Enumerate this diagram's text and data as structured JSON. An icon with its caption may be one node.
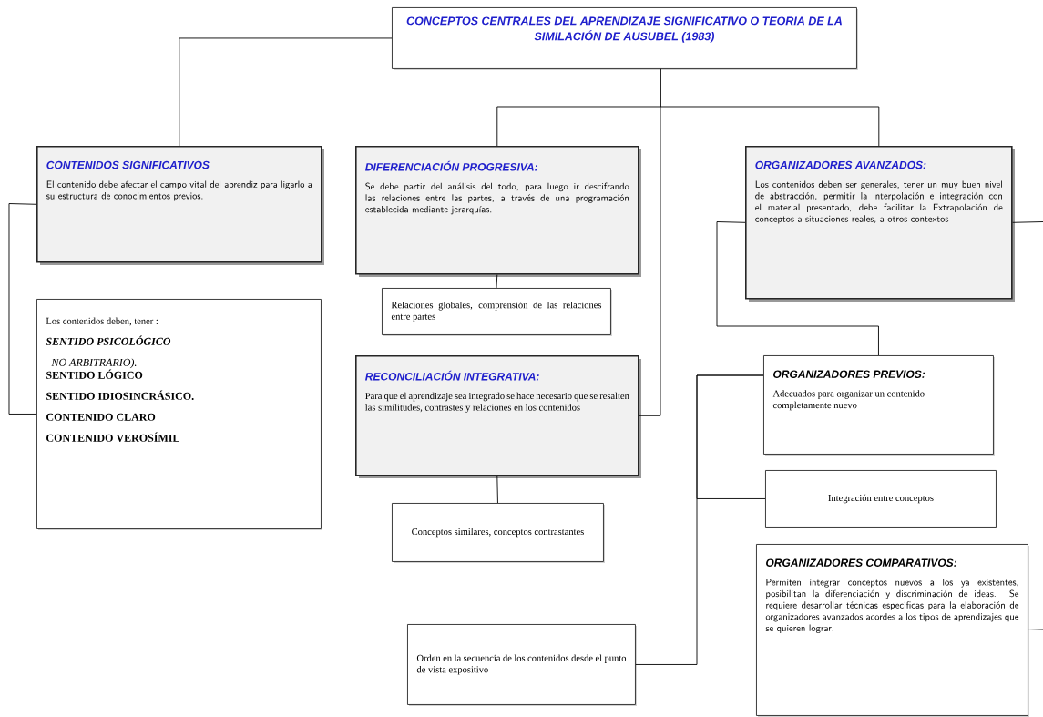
{
  "diagram": {
    "nodes": [
      {
        "text": [
          "CONCEPTOS CENTRALES DEL APRENDIZAJE SIGNIFICATIVO O TEORIA DE LA SIMILACIÓN DE AUSUBEL (1983)"
        ]
      },
      {
        "text": [
          "CONTENIDOS SIGNIFICATIVOS",
          "El contenido debe afectar el campo vital del aprendiz para ligarlo a su estructura de conocimientos previos."
        ]
      },
      {
        "text": [
          "Los contenidos deben, tener :",
          "SENTIDO PSICOLÓGICO",
          "NO ARBITRARIO).",
          "SENTIDO LÓGICO",
          "SENTIDO IDIOSINCRÁSICO.",
          "CONTENIDO CLARO",
          "CONTENIDO VEROSÍMIL"
        ]
      },
      {
        "text": [
          "DIFERENCIACIÓN PROGRESIVA:",
          "Se debe partir del análisis del todo, para luego ir descifrando las relaciones entre las partes, a través de una programación establecida mediante jerarquías."
        ]
      },
      {
        "text": [
          "Relaciones globales, comprensión de las relaciones entre partes"
        ]
      },
      {
        "text": [
          "RECONCILIACIÓN INTEGRATIVA:",
          "Para que el aprendizaje sea integrado se hace necesario que se resalten las similitudes, contrastes y relaciones en los contenidos"
        ]
      },
      {
        "text": [
          "Conceptos similares, conceptos contrastantes"
        ]
      },
      {
        "text": [
          "ORGANIZADORES AVANZADOS:",
          "Los contenidos deben ser generales, tener un muy buen nivel de abstracción, permitir la interpolación e integración con el material presentado, debe facilitar la Extrapolación de conceptos a situaciones reales, a otros contextos"
        ]
      },
      {
        "text": [
          "ORGANIZADORES PREVIOS:",
          "Adecuados para organizar un contenido completamente nuevo"
        ]
      },
      {
        "text": [
          "Integración entre conceptos"
        ]
      },
      {
        "text": [
          "ORGANIZADORES COMPARATIVOS:",
          "Permiten integrar conceptos nuevos a los ya existentes, posibilitan la diferenciación y discriminación de ideas. Se requiere desarrollar técnicas especificas para la elaboración de organizadores avanzados acordes a los tipos de aprendizajes que se quieren lograr."
        ]
      },
      {
        "text": [
          "Orden en la secuencia de los contenidos desde el punto de vista expositivo"
        ]
      }
    ],
    "edges": [
      {
        "from": 0,
        "to": 1,
        "arrow": "none"
      },
      {
        "from": 0,
        "to": 3,
        "arrow": "none"
      },
      {
        "from": 0,
        "to": 7,
        "arrow": "none"
      },
      {
        "from": 0,
        "to": 5,
        "arrow": "none"
      },
      {
        "from": 1,
        "to": 2,
        "arrow": "none"
      },
      {
        "from": 3,
        "to": 4,
        "arrow": "none"
      },
      {
        "from": 5,
        "to": 6,
        "arrow": "none"
      },
      {
        "from": 7,
        "to": 8,
        "arrow": "none"
      },
      {
        "from": 7,
        "to": null,
        "arrow": "none"
      },
      {
        "from": 8,
        "to": 9,
        "arrow": "none"
      },
      {
        "from": 8,
        "to": 11,
        "arrow": "none"
      },
      {
        "from": 10,
        "to": null,
        "arrow": "none"
      }
    ]
  }
}
